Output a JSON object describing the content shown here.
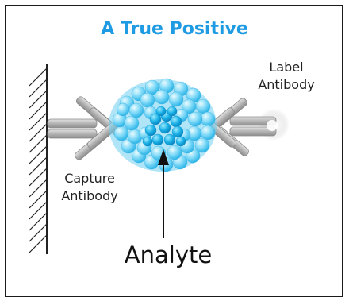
{
  "title": "A True Positive",
  "labels": {
    "label_antibody_line1": "Label",
    "label_antibody_line2": "Antibody",
    "capture_antibody_line1": "Capture",
    "capture_antibody_line2": "Antibody",
    "analyte": "Analyte"
  },
  "colors": {
    "title": "#1e9be2",
    "analyte_light": "#7fd9f7",
    "analyte_dark": "#0fa8e0",
    "antibody": "#b9b9b9"
  }
}
